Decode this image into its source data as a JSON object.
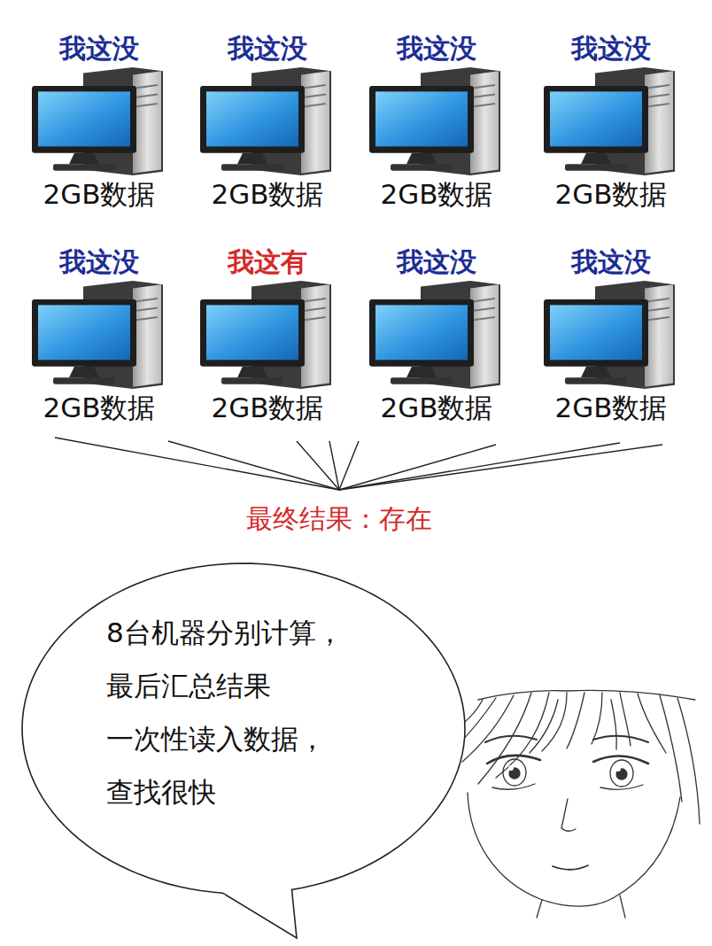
{
  "diagram": {
    "nodes": [
      {
        "text": [
          "我这没",
          "2GB数据"
        ]
      },
      {
        "text": [
          "我这没",
          "2GB数据"
        ]
      },
      {
        "text": [
          "我这没",
          "2GB数据"
        ]
      },
      {
        "text": [
          "我这没",
          "2GB数据"
        ]
      },
      {
        "text": [
          "我这没",
          "2GB数据"
        ]
      },
      {
        "text": [
          "我这有",
          "2GB数据"
        ]
      },
      {
        "text": [
          "我这没",
          "2GB数据"
        ]
      },
      {
        "text": [
          "我这没",
          "2GB数据"
        ]
      },
      {
        "text": [
          "8台机器分别计算， 最后汇总结果 一次性读入数据， 查找很快"
        ]
      }
    ],
    "labels": [
      "最终结果：存在"
    ]
  }
}
